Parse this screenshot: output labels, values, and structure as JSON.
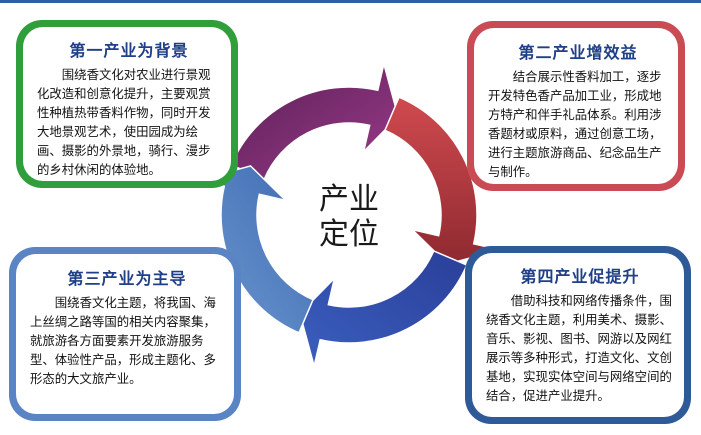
{
  "center": {
    "line1": "产业",
    "line2": "定位"
  },
  "cards": [
    {
      "title": "第一产业为背景",
      "body": "围绕香文化对农业进行景观化改造和创意化提升，主要观赏性种植热带香料作物，同时开发大地景观艺术，使田园成为绘画、摄影的外景地，骑行、漫步的乡村休闲的体验地。",
      "border_color": "#2f9e3b"
    },
    {
      "title": "第二产业增效益",
      "body": "结合展示性香料加工，逐步开发特色香产品加工业，形成地方特产和伴手礼品体系。利用涉香题材或原料，通过创意工场，进行主题旅游商品、纪念品生产与制作。",
      "border_color": "#c94c54"
    },
    {
      "title": "第三产业为主导",
      "body": "围绕香文化主题，将我国、海上丝绸之路等国的相关内容聚集，就旅游各方面要素开发旅游服务型、体验性产品，形成主题化、多形态的大文旅产业。",
      "border_color": "#5a84c4"
    },
    {
      "title": "第四产业促提升",
      "body": "借助科技和网络传播条件，围绕香文化主题，利用美术、摄影、音乐、影视、图书、网游以及网红展示等多种形式，打造文化、文创基地，实现实体空间与网络空间的结合，促进产业提升。",
      "border_color": "#2f5a98"
    }
  ],
  "arrow_colors": [
    "#7a2d6e",
    "#b0383e",
    "#2f4fa0",
    "#4e7fc0"
  ]
}
